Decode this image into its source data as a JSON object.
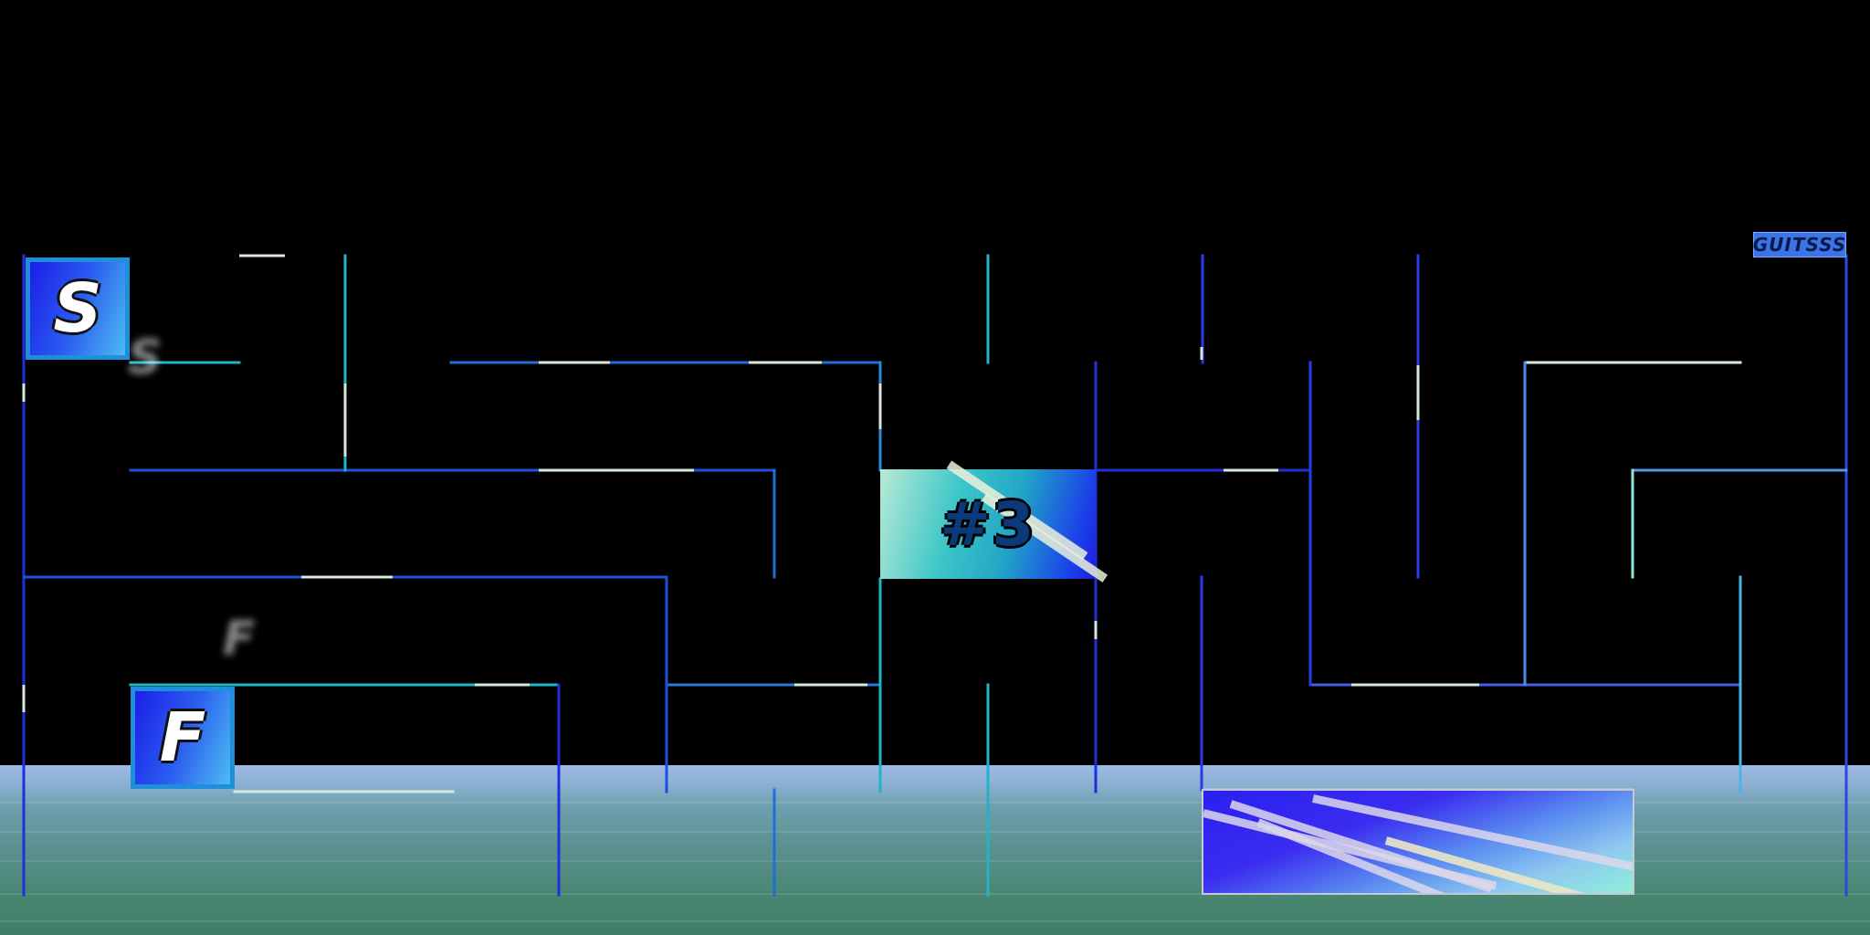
{
  "game": {
    "start_label": "S",
    "finish_label": "F",
    "level_label": "#3",
    "logo_text": "GUITSSS"
  },
  "colors": {
    "background": "#000000",
    "wall_primary": "#1f2fe0",
    "wall_secondary": "#21b4c8",
    "wall_highlight": "#d8e8d8",
    "sea_top": "#9fb9e6",
    "sea_bottom": "#3f7e66"
  }
}
